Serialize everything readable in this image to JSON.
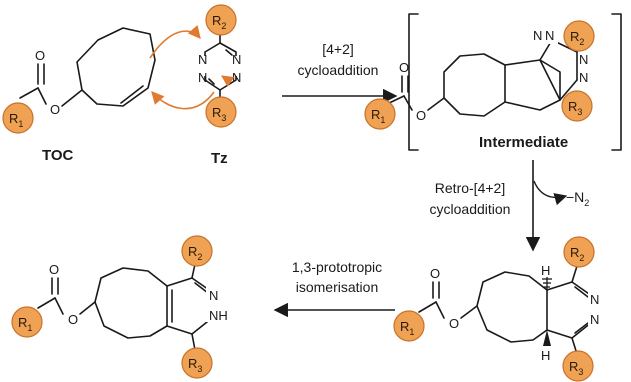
{
  "colors": {
    "substituent_fill": "#f0a254",
    "substituent_stroke": "#c9712a",
    "curved_arrow": "#e07a2f",
    "bond": "#1a1a1a"
  },
  "substituents": {
    "r1": "R",
    "r1_sub": "1",
    "r2": "R",
    "r2_sub": "2",
    "r3": "R",
    "r3_sub": "3"
  },
  "atoms": {
    "O": "O",
    "N": "N",
    "NH": "NH",
    "H": "H"
  },
  "compounds": {
    "toc_label": "TOC",
    "tz_label": "Tz",
    "intermediate_label": "Intermediate"
  },
  "reactions": {
    "cycloaddition_line1": "[4+2]",
    "cycloaddition_line2": "cycloaddition",
    "retro_line1": "Retro-[4+2]",
    "retro_line2": "cycloaddition",
    "n2_loss": "−N",
    "n2_sub": "2",
    "isomerisation_line1": "1,3-prototropic",
    "isomerisation_line2": "isomerisation"
  }
}
